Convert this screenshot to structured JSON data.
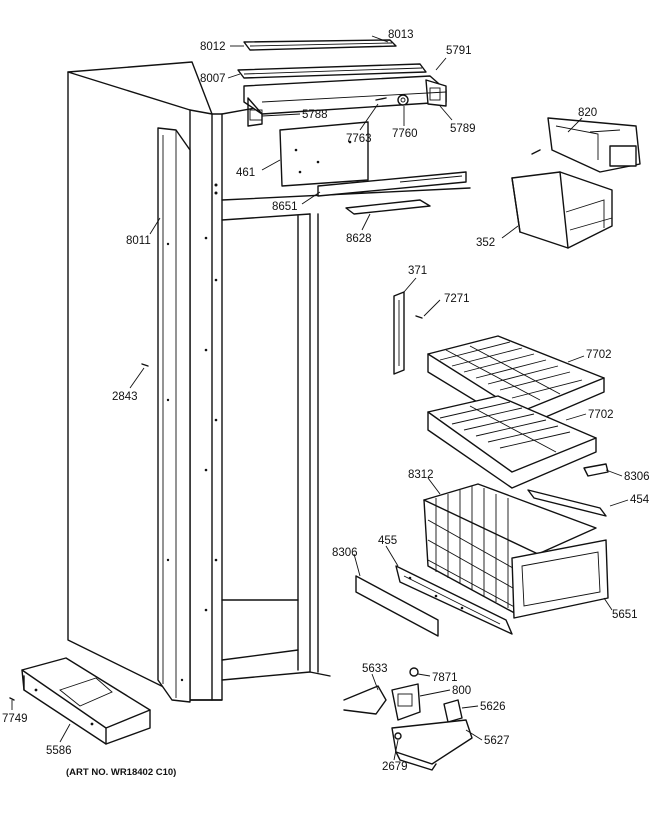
{
  "diagram": {
    "art_number": "(ART NO. WR18402 C10)",
    "labels": {
      "p8012": "8012",
      "p8013": "8013",
      "p5791": "5791",
      "p8007": "8007",
      "p5788": "5788",
      "p7763": "7763",
      "p7760": "7760",
      "p5789": "5789",
      "p820": "820",
      "p461": "461",
      "p8651": "8651",
      "p8628": "8628",
      "p352": "352",
      "p8011": "8011",
      "p371": "371",
      "p7271": "7271",
      "p7702a": "7702",
      "p7702b": "7702",
      "p2843": "2843",
      "p8312": "8312",
      "p8306a": "8306",
      "p454": "454",
      "p8306b": "8306",
      "p455": "455",
      "p5651": "5651",
      "p5633": "5633",
      "p7871": "7871",
      "p800": "800",
      "p5626": "5626",
      "p5627": "5627",
      "p2679": "2679",
      "p7749": "7749",
      "p5586": "5586"
    }
  }
}
